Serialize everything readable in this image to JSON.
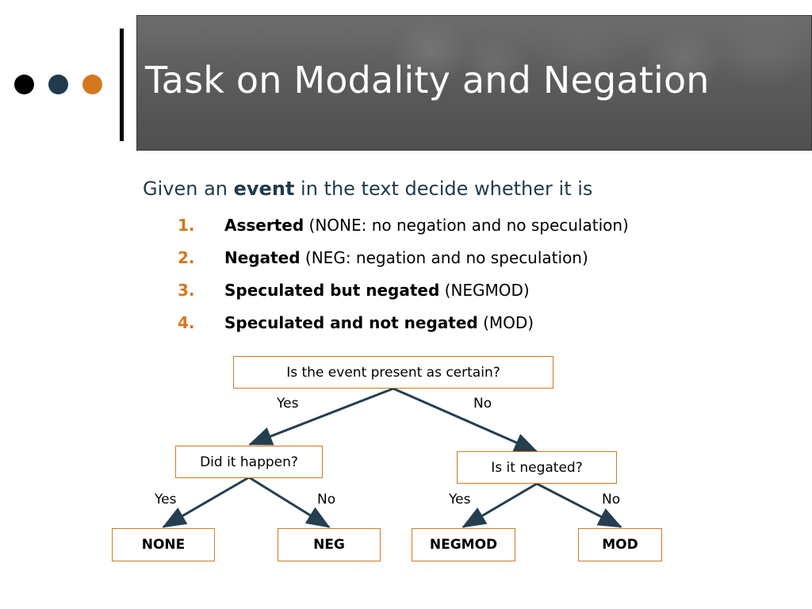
{
  "slide": {
    "title": "Task on Modality and Negation",
    "colors": {
      "dot1": "#000000",
      "dot2": "#1f3b4d",
      "dot3": "#d4781e",
      "accent": "#d4781e",
      "text_blue": "#1f3b4d",
      "arrow": "#243f50"
    }
  },
  "intro": {
    "prefix": "Given an ",
    "bold": "event",
    "suffix": " in the text decide whether it is"
  },
  "options": [
    {
      "number": "1.",
      "bold": "Asserted",
      "rest": " (NONE: no negation and no speculation)"
    },
    {
      "number": "2.",
      "bold": "Negated",
      "rest": " (NEG: negation and no speculation)"
    },
    {
      "number": "3.",
      "bold": "Speculated but negated",
      "rest": " (NEGMOD)"
    },
    {
      "number": "4.",
      "bold": "Speculated and not negated",
      "rest": " (MOD)"
    }
  ],
  "tree": {
    "root": "Is the event present as certain?",
    "left_question": "Did it happen?",
    "right_question": "Is it negated?",
    "leaves": {
      "none": "NONE",
      "neg": "NEG",
      "negmod": "NEGMOD",
      "mod": "MOD"
    },
    "edges": {
      "root_yes": "Yes",
      "root_no": "No",
      "left_yes": "Yes",
      "left_no": "No",
      "right_yes": "Yes",
      "right_no": "No"
    }
  }
}
